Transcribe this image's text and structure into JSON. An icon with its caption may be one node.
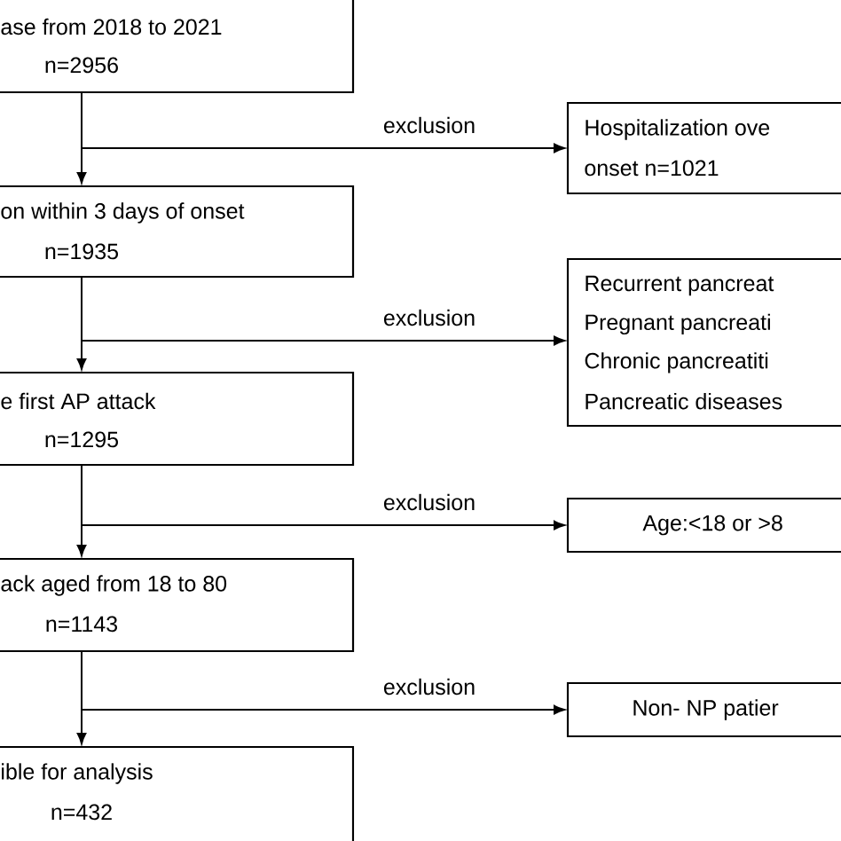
{
  "diagram": {
    "nodes": [
      {
        "text": [
          "ase from 2018 to 2021",
          "n=2956"
        ]
      },
      {
        "text": [
          "Hospitalization ove",
          "onset n=1021"
        ]
      },
      {
        "text": [
          "on within 3 days of onset",
          "n=1935"
        ]
      },
      {
        "text": [
          "Recurrent pancreat",
          "Pregnant pancreati",
          "Chronic pancreatiti",
          "Pancreatic diseases"
        ]
      },
      {
        "text": [
          "e first AP attack",
          "n=1295"
        ]
      },
      {
        "text": [
          "Age:<18 or >8"
        ]
      },
      {
        "text": [
          "ack aged from 18 to 80",
          "n=1143"
        ]
      },
      {
        "text": [
          "Non- NP patier"
        ]
      },
      {
        "text": [
          "ible for analysis",
          "n=432"
        ]
      }
    ],
    "edges": [
      {
        "from": 0,
        "to": 2,
        "arrow": "to"
      },
      {
        "from": 0,
        "to": 1,
        "arrow": "to",
        "label": "exclusion"
      },
      {
        "from": 2,
        "to": 4,
        "arrow": "to"
      },
      {
        "from": 2,
        "to": 3,
        "arrow": "to",
        "label": "exclusion"
      },
      {
        "from": 4,
        "to": 6,
        "arrow": "to"
      },
      {
        "from": 4,
        "to": 5,
        "arrow": "to",
        "label": "exclusion"
      },
      {
        "from": 6,
        "to": 8,
        "arrow": "to"
      },
      {
        "from": 6,
        "to": 7,
        "arrow": "to",
        "label": "exclusion"
      }
    ]
  }
}
